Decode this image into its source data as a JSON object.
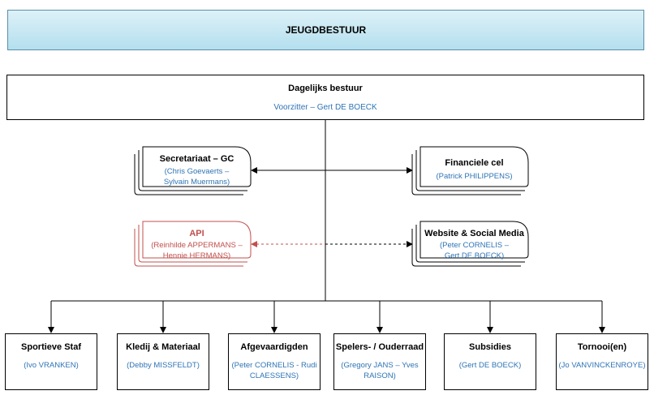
{
  "header": {
    "title": "JEUGDBESTUUR"
  },
  "board": {
    "title": "Dagelijks bestuur",
    "subtitle": "Voorzitter – Gert DE BOECK"
  },
  "side_nodes": [
    {
      "title": "Secretariaat – GC",
      "members": [
        "(Chris Goevaerts –",
        "Sylvain Muermans)"
      ]
    },
    {
      "title": "Financiele cel",
      "members": [
        "(Patrick PHILIPPENS)"
      ]
    },
    {
      "title": "API",
      "members": [
        "(Reinhilde APPERMANS –",
        "Hennie HERMANS)"
      ],
      "color": "#c0504d"
    },
    {
      "title": "Website & Social Media",
      "members": [
        "(Peter CORNELIS –",
        "Gert DE BOECK)"
      ]
    }
  ],
  "bottom_nodes": [
    {
      "title": "Sportieve Staf",
      "members": [
        "(Ivo VRANKEN)"
      ]
    },
    {
      "title": "Kledij & Materiaal",
      "members": [
        "(Debby MISSFELDT)"
      ]
    },
    {
      "title": "Afgevaardigden",
      "members": [
        "(Peter CORNELIS - Rudi",
        "CLAESSENS)"
      ]
    },
    {
      "title": "Spelers- / Ouderraad",
      "members": [
        "(Gregory JANS – Yves",
        "RAISON)"
      ]
    },
    {
      "title": "Subsidies",
      "members": [
        "(Gert DE BOECK)"
      ]
    },
    {
      "title": "Tornooi(en)",
      "members": [
        "(Jo VANVINCKENROYE)"
      ]
    }
  ],
  "colors": {
    "text_blue": "#2e74b5",
    "api_red": "#c0504d",
    "header_border": "#5a8fa8"
  }
}
